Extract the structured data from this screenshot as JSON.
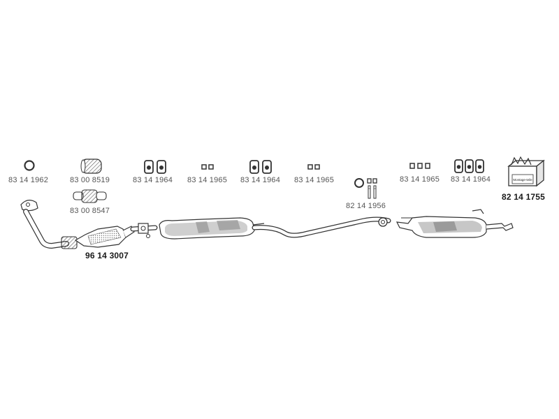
{
  "parts": {
    "ring_gasket": "83 14 1962",
    "flex_pipe_a": "83 00 8519",
    "flex_pipe_b": "83 00 8547",
    "catalyst": "96 14 3007",
    "rubber_mount_1": "83 14 1964",
    "clip_1": "83 14 1965",
    "rubber_mount_2": "83 14 1964",
    "clip_2": "83 14 1965",
    "clamp_bolt_set": "82 14 1956",
    "clip_3": "83 14 1965",
    "rubber_mount_3": "83 14 1964",
    "mounting_kit": "82 14 1755"
  },
  "kit_box_text": "Montage-teile",
  "colors": {
    "stroke": "#333333",
    "shade": "#9a9a9a",
    "label": "#555555",
    "bold_label": "#1a1a1a"
  }
}
